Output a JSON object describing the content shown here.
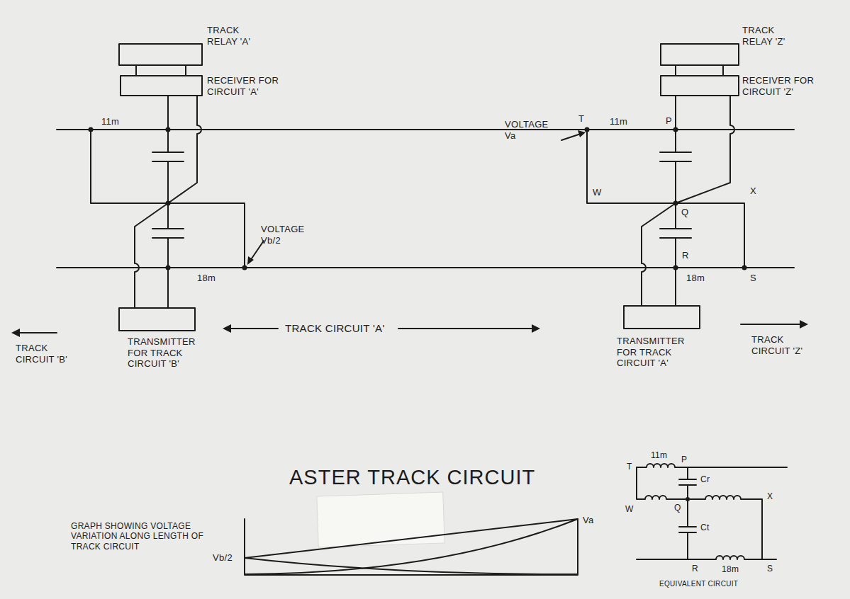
{
  "diagram": {
    "title": "ASTER TRACK CIRCUIT",
    "labels": [
      "TRACK RELAY 'A'",
      "RECEIVER FOR CIRCUIT 'A'",
      "11m",
      "VOLTAGE Vb/2",
      "18m",
      "TRANSMITTER FOR TRACK CIRCUIT 'B'",
      "TRACK CIRCUIT 'B'",
      "TRACK CIRCUIT 'A'",
      "TRACK RELAY 'Z'",
      "RECEIVER FOR CIRCUIT 'Z'",
      "T",
      "11m",
      "P",
      "VOLTAGE Va",
      "W",
      "Q",
      "X",
      "R",
      "S",
      "18m",
      "TRANSMITTER FOR TRACK CIRCUIT 'A'",
      "TRACK CIRCUIT 'Z'",
      "GRAPH SHOWING VOLTAGE VARIATION ALONG LENGTH OF TRACK CIRCUIT",
      "Vb/2",
      "Va",
      "11m",
      "T",
      "P",
      "W",
      "Q",
      "Cr",
      "Ct",
      "X",
      "R",
      "18m",
      "S",
      "EQUIVALENT CIRCUIT"
    ]
  }
}
